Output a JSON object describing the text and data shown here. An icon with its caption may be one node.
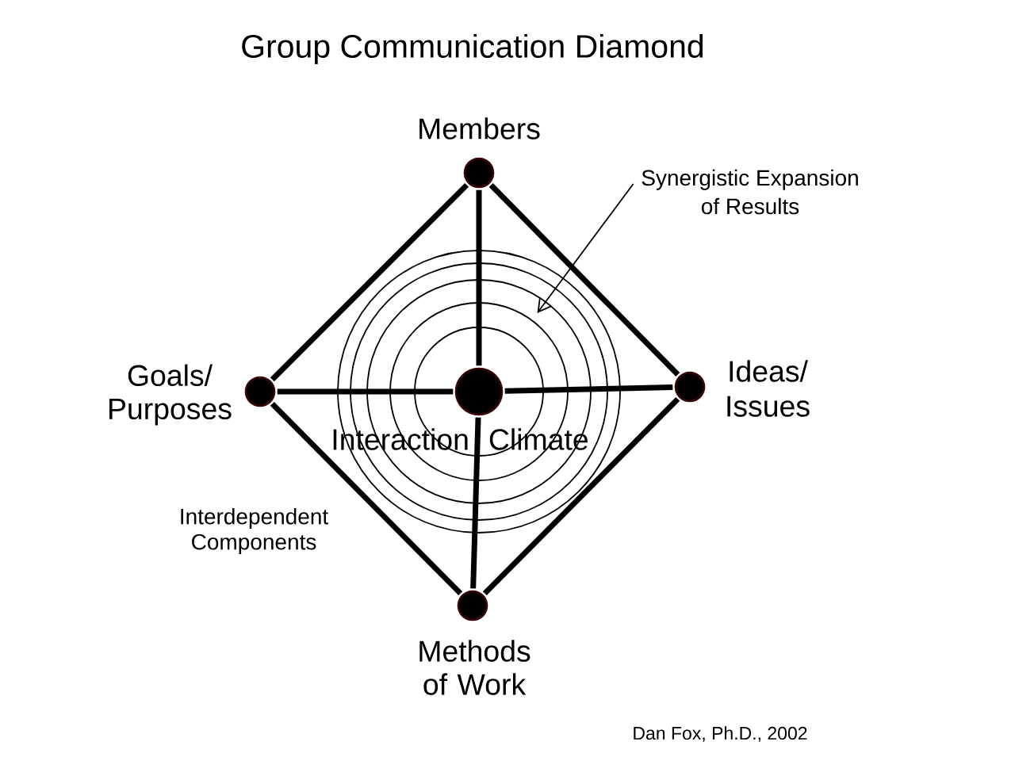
{
  "diagram": {
    "title": "Group Communication Diamond",
    "nodes": [
      {
        "text": [
          "Members"
        ]
      },
      {
        "text": [
          "Synergistic Expansion of Results"
        ]
      },
      {
        "text": [
          "Goals/ Purposes"
        ]
      },
      {
        "text": [
          "Interaction Climate"
        ]
      },
      {
        "text": [
          "Ideas/ Issues"
        ]
      },
      {
        "text": [
          "Methods of Work"
        ]
      }
    ],
    "edges": [
      {
        "from": 0,
        "to": 2,
        "arrow": "none"
      },
      {
        "from": 0,
        "to": 4,
        "arrow": "none"
      },
      {
        "from": 2,
        "to": 5,
        "arrow": "none"
      },
      {
        "from": 4,
        "to": 5,
        "arrow": "none"
      },
      {
        "from": 0,
        "to": 3,
        "arrow": "none"
      },
      {
        "from": 2,
        "to": 3,
        "arrow": "none"
      },
      {
        "from": 3,
        "to": 4,
        "arrow": "none"
      },
      {
        "from": 3,
        "to": 5,
        "arrow": "none"
      },
      {
        "from": 1,
        "to": 3,
        "arrow": "to"
      }
    ],
    "labels": [
      "Interdependent Components",
      "Dan Fox, Ph.D., 2002"
    ]
  }
}
